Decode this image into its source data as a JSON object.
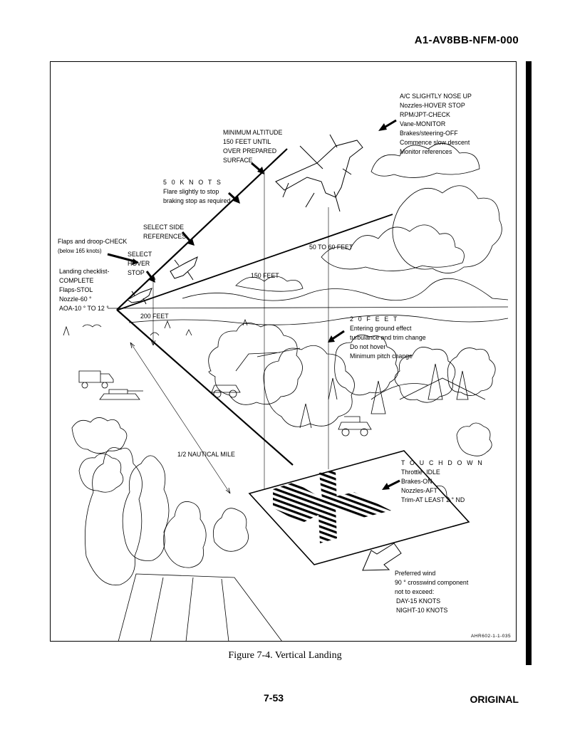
{
  "header": {
    "doc_id": "A1-AV8BB-NFM-000"
  },
  "figure": {
    "caption": "Figure 7-4.  Vertical Landing",
    "code": "AHR602-1-1-035",
    "callouts": {
      "ac_nose_up": [
        "A/C SLIGHTLY NOSE UP",
        "Nozzles-HOVER STOP",
        "RPM/JPT-CHECK",
        "Vane-MONITOR",
        "Brakes/steering-OFF",
        "Commence slow descent",
        "Monitor references"
      ],
      "min_altitude": [
        "MINIMUM ALTITUDE",
        "150 FEET UNTIL",
        "OVER PREPARED",
        "SURFACE"
      ],
      "fifty_knots": [
        "5 0  K N O T S",
        "Flare slightly to stop",
        "braking stop as required"
      ],
      "side_refs": [
        "SELECT SIDE",
        "REFERENCES"
      ],
      "flaps_droop": [
        "Flaps and droop-CHECK",
        "(below 165 knots)"
      ],
      "hover_stop": [
        "SELECT",
        "HOVER",
        "STOP"
      ],
      "landing_checklist": [
        "Landing checklist-",
        "COMPLETE",
        "Flaps-STOL",
        "Nozzle-60 °",
        "AOA-10 ° TO 12 °"
      ],
      "twenty_feet": [
        "2 0  F E E T",
        "Entering ground effect",
        "turbulance and trim change",
        "Do not hover",
        "Minimum pitch change"
      ],
      "touchdown": [
        "T O U C H D O W N",
        "Throttle- IDLE",
        "Brakes-ON",
        "Nozzles-AFT",
        "Trim-AT LEAST 2 ° ND"
      ],
      "wind": [
        "Preferred wind",
        "90 ° crosswind component",
        "not to exceed:",
        "DAY-15 KNOTS",
        "NIGHT-10 KNOTS"
      ]
    },
    "labels": {
      "alt_50_60": "50 TO 60 FEET",
      "alt_150": "150 FEET",
      "alt_200": "200 FEET",
      "distance": "1/2 NAUTICAL MILE"
    }
  },
  "footer": {
    "page": "7-53",
    "status": "ORIGINAL"
  }
}
